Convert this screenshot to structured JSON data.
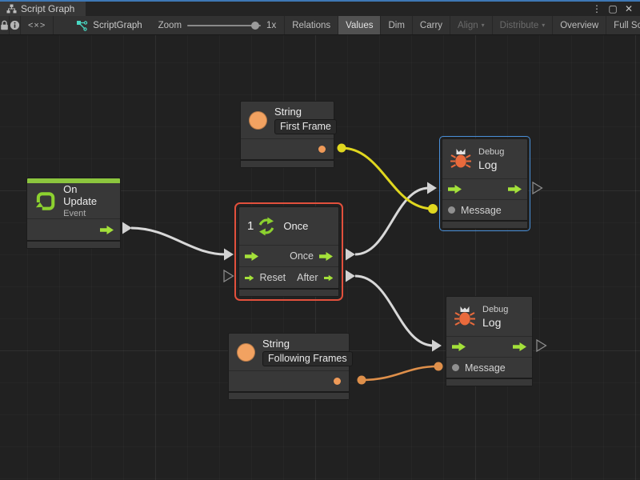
{
  "window": {
    "tab_title": "Script Graph",
    "controls": {
      "menu": "⋮",
      "maximize": "▢",
      "close": "✕"
    }
  },
  "toolbar": {
    "code_icon_text": "<×>",
    "graph_label": "ScriptGraph",
    "zoom": {
      "label": "Zoom",
      "value": "1x"
    },
    "caret": "▾",
    "buttons": [
      {
        "label": "Relations",
        "state": "normal"
      },
      {
        "label": "Values",
        "state": "active"
      },
      {
        "label": "Dim",
        "state": "normal"
      },
      {
        "label": "Carry",
        "state": "normal"
      },
      {
        "label": "Align",
        "state": "disabled",
        "dropdown": true
      },
      {
        "label": "Distribute",
        "state": "disabled",
        "dropdown": true
      },
      {
        "label": "Overview",
        "state": "normal"
      },
      {
        "label": "Full Screen",
        "state": "normal"
      }
    ]
  },
  "graph": {
    "nodes": {
      "string_first": {
        "title": "String",
        "value": "First Frame"
      },
      "on_update": {
        "title": "On Update",
        "subtitle": "Event"
      },
      "once": {
        "icon_number": "1",
        "title": "Once",
        "out_label": "Once",
        "reset_label": "Reset",
        "after_label": "After",
        "selected": true
      },
      "debug_log_top": {
        "subtitle": "Debug",
        "title": "Log",
        "message_label": "Message",
        "selected": true
      },
      "debug_log_bottom": {
        "subtitle": "Debug",
        "title": "Log",
        "message_label": "Message"
      },
      "string_following": {
        "title": "String",
        "value": "Following Frames"
      }
    },
    "connections": [
      {
        "from": "on_update.flow_out",
        "to": "once.flow_in",
        "type": "flow",
        "color": "#d8d8d8"
      },
      {
        "from": "once.once_out",
        "to": "debug_log_top.flow_in",
        "type": "flow",
        "color": "#d8d8d8"
      },
      {
        "from": "once.after_out",
        "to": "debug_log_bottom.flow_in",
        "type": "flow",
        "color": "#d8d8d8"
      },
      {
        "from": "string_first.value_out",
        "to": "debug_log_top.message_in",
        "type": "value",
        "color": "#e0d71f"
      },
      {
        "from": "string_following.value_out",
        "to": "debug_log_bottom.message_in",
        "type": "value",
        "color": "#de8f4a"
      }
    ],
    "colors": {
      "flow_green": "#a4e13a",
      "value_orange": "#ef9a58",
      "event_green_bar": "#8cc63e",
      "bug_orange": "#e96a3c",
      "selection_red": "#e2503c",
      "selection_blue": "#4a90d9",
      "wire_white": "#d8d8d8",
      "wire_yellow": "#e0d71f",
      "wire_orange": "#de8f4a",
      "canvas_bg": "#212121",
      "node_bg": "#383838"
    }
  }
}
